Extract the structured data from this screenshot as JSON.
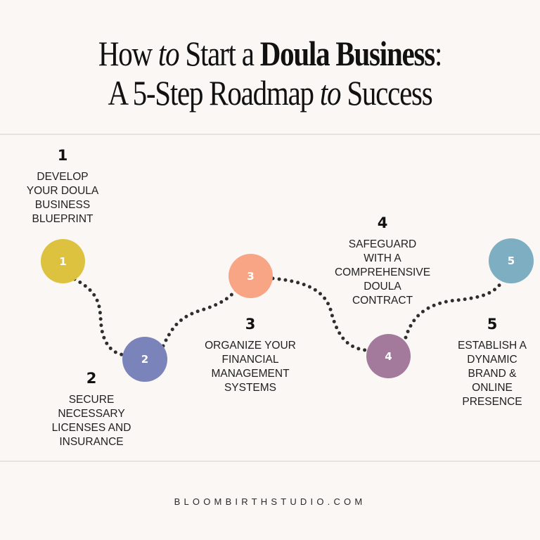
{
  "title": {
    "line1": [
      {
        "text": "How ",
        "style": "normal"
      },
      {
        "text": "to",
        "style": "italic"
      },
      {
        "text": " Start a ",
        "style": "normal"
      },
      {
        "text": "Doula Business",
        "style": "bold"
      },
      {
        "text": ":",
        "style": "normal"
      }
    ],
    "line1_parts": {
      "a": "How ",
      "b": "to",
      "c": " Start a ",
      "d": "Doula Business",
      "e": ":"
    },
    "line2_parts": {
      "a": "A 5-Step Roadmap ",
      "b": "to",
      "c": " Success"
    }
  },
  "steps": [
    {
      "number": "1",
      "circle_label": "1",
      "description": "DEVELOP\nYOUR DOULA\nBUSINESS\nBLUEPRINT",
      "color": "#DCC23E"
    },
    {
      "number": "2",
      "circle_label": "2",
      "description": "SECURE\nNECESSARY\nLICENSES AND\nINSURANCE",
      "color": "#7B83BB"
    },
    {
      "number": "3",
      "circle_label": "3",
      "description": "ORGANIZE YOUR\nFINANCIAL\nMANAGEMENT\nSYSTEMS",
      "color": "#F8A585"
    },
    {
      "number": "4",
      "circle_label": "4",
      "description": "SAFEGUARD\nWITH A\nCOMPREHENSIVE\nDOULA\nCONTRACT",
      "color": "#A37A9C"
    },
    {
      "number": "5",
      "circle_label": "5",
      "description": "ESTABLISH A\nDYNAMIC\nBRAND &\nONLINE\nPRESENCE",
      "color": "#7DAEC1"
    }
  ],
  "footer": {
    "text": "BLOOMBIRTHSTUDIO.COM"
  },
  "colors": {
    "background": "#FAF7F4",
    "divider": "#E6E3DF",
    "path_dots": "#2E2E2E"
  }
}
